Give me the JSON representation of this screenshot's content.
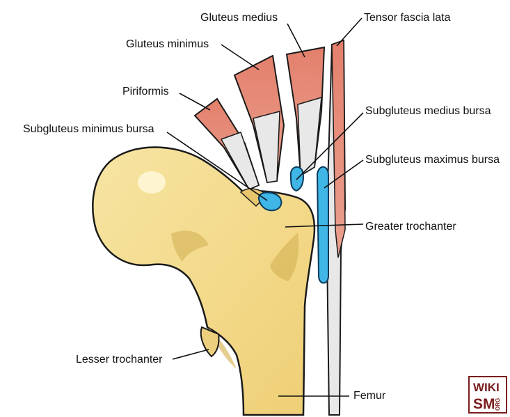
{
  "labels": {
    "gluteus_medius": "Gluteus medius",
    "tensor_fascia_lata": "Tensor fascia lata",
    "gluteus_minimus": "Gluteus minimus",
    "piriformis": "Piriformis",
    "subgluteus_medius_bursa": "Subgluteus medius bursa",
    "subgluteus_minimus_bursa": "Subgluteus minimus bursa",
    "subgluteus_maximus_bursa": "Subgluteus maximus bursa",
    "greater_trochanter": "Greater trochanter",
    "lesser_trochanter": "Lesser trochanter",
    "femur": "Femur"
  },
  "logo": {
    "top": "WIKI",
    "bottom": "SM",
    "side": "ORG"
  },
  "colors": {
    "bone": "#f2d98a",
    "bone_shadow": "#d9b85e",
    "bone_outline": "#1a1a1a",
    "muscle": "#e07f6e",
    "tendon": "#e8e8e8",
    "bursa": "#3fb6e6",
    "logo": "#7a1d1d"
  }
}
